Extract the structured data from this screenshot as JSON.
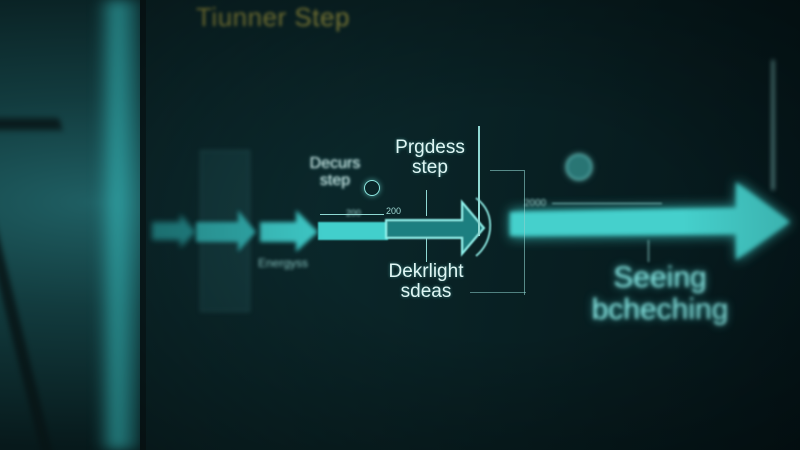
{
  "title": "Tiunner Step",
  "labels": {
    "decurs": "Decurs step",
    "progress": "Prgdess step",
    "dekrlight": "Dekrlight sdeas",
    "seeing": "Seeing bcheching",
    "energy": "Energyss",
    "num_a": "200",
    "num_b": "200",
    "num_c": "2000"
  },
  "colors": {
    "arrow": "#39c4c4",
    "arrow_glow": "#5fe6e2",
    "title": "#b8b04a",
    "background": "#061b1e"
  },
  "icons": [
    "circle-marker-icon",
    "location-pin-icon",
    "arrow-icon"
  ]
}
